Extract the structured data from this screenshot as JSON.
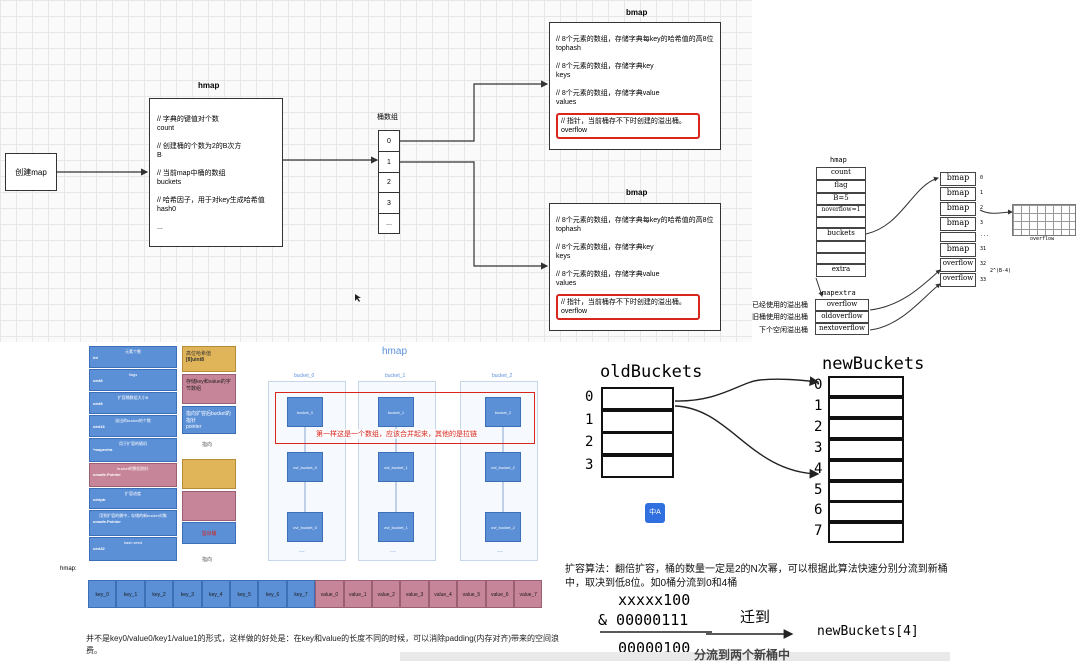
{
  "panel1": {
    "create_map": "创建map",
    "hmap_title": "hmap",
    "hmap_lines": [
      "// 字典的键值对个数",
      "count",
      "",
      "// 创建桶的个数为2的B次方",
      "B",
      "",
      "// 当前map中桶的数组",
      "buckets",
      "",
      "// 哈希因子，用于对key生成哈希值",
      "hash0",
      "",
      "..."
    ],
    "bucket_array_label": "桶数组",
    "buckets": [
      "0",
      "1",
      "2",
      "3",
      "..."
    ],
    "bmap_title_top": "bmap",
    "bmap_title_bottom": "bmap",
    "bmap_lines": [
      "// 8个元素的数组，存储字典每key的哈希值的高8位",
      "tophash",
      "",
      "// 8个元素的数组，存储字典key",
      "keys",
      "",
      "// 8个元素的数组，存储字典value",
      "values"
    ],
    "bmap_overflow_lines": [
      "// 指针，当前桶存不下时创建的溢出桶。",
      "overflow"
    ]
  },
  "panel2": {
    "hmap_title": "hmap",
    "hmap_fields": [
      "count",
      "flag",
      "B=5",
      "noverflow=1",
      "",
      "buckets",
      "",
      "",
      "extra"
    ],
    "bmap_items": [
      "bmap",
      "bmap",
      "bmap",
      "bmap",
      "",
      "bmap",
      "overflow",
      "overflow"
    ],
    "bmap_index": [
      "0",
      "1",
      "2",
      "3",
      "...",
      "31",
      "32",
      "33"
    ],
    "formula": "2^(B-4)",
    "small_overflow": "overflow",
    "mapextra_title": "mapextra",
    "mapextra_fields": [
      "overflow",
      "oldoverflow",
      "nextoverflow"
    ],
    "mapextra_labels": [
      "已经使用的溢出桶",
      "旧桶使用的溢出桶",
      "下个空闲溢出桶"
    ]
  },
  "panel3": {
    "left_fields": [
      "元素个数",
      "flags",
      "扩容桶数组大小B",
      "溢出的bucket的个数",
      "用于扩容的随机",
      "bucket的数组指针",
      "扩容进度",
      "用到扩容的桶中，存储的新bucket对象",
      "hash seed"
    ],
    "left_types": [
      "int",
      "uint8",
      "uint8",
      "uint16",
      "*mapextra",
      "unsafe.Pointer",
      "uintptr",
      "unsafe.Pointer",
      "uint32"
    ],
    "right_fields": [
      "高位哈希值",
      "存储key和value的字节数组",
      "指向扩容后bucket的指针",
      "指向",
      "溢出桶",
      "指向"
    ],
    "right_types": [
      "[8]uint8",
      "",
      "pointer"
    ]
  },
  "panel4": {
    "title": "hmap",
    "bucket_headers": [
      "bucket_0",
      "bucket_1",
      "bucket_2"
    ],
    "first_row": [
      "bucket_0",
      "bucket_1",
      "bucket_2"
    ],
    "second_row": [
      "ovf_bucket_0",
      "ovf_bucket_1",
      "ovf_bucket_2"
    ],
    "third_row": [
      "ovf_bucket_0",
      "ovf_bucket_1",
      "ovf_bucket_2"
    ],
    "ellipsis": "...",
    "red_note": "第一样这是一个数组，应该合并起来，其他的是拉链"
  },
  "panel5": {
    "label": "hmap:",
    "cells": [
      "key_0",
      "key_1",
      "key_2",
      "key_3",
      "key_4",
      "key_5",
      "key_6",
      "key_7",
      "value_0",
      "value_1",
      "value_2",
      "value_3",
      "value_4",
      "value_5",
      "value_6",
      "value_7"
    ],
    "caption": "并不是key0/value0/key1/value1的形式，这样做的好处是：在key和value的长度不同的时候，可以消除padding(内存对齐)带来的空间浪费。"
  },
  "panel6": {
    "old_title": "oldBuckets",
    "new_title": "newBuckets",
    "old_index": [
      "0",
      "1",
      "2",
      "3"
    ],
    "new_index": [
      "0",
      "1",
      "2",
      "3",
      "4",
      "5",
      "6",
      "7"
    ],
    "translate_icon": "中A",
    "desc": "扩容算法：翻倍扩容，桶的数量一定是2的N次幂，可以根据此算法快速分别分流到新桶中，取决到低8位。如0桶分流到0和4桶",
    "math_line1": "xxxxx100",
    "math_line2": "& 00000111",
    "math_line3": "00000100",
    "move_label": "迁到",
    "target": "newBuckets[4]",
    "subtitle": "分流到两个新桶中"
  },
  "colors": {
    "red": "#d9261c",
    "blue": "#5b8fd6",
    "pink": "#c7859a",
    "gold": "#e0b55a"
  }
}
